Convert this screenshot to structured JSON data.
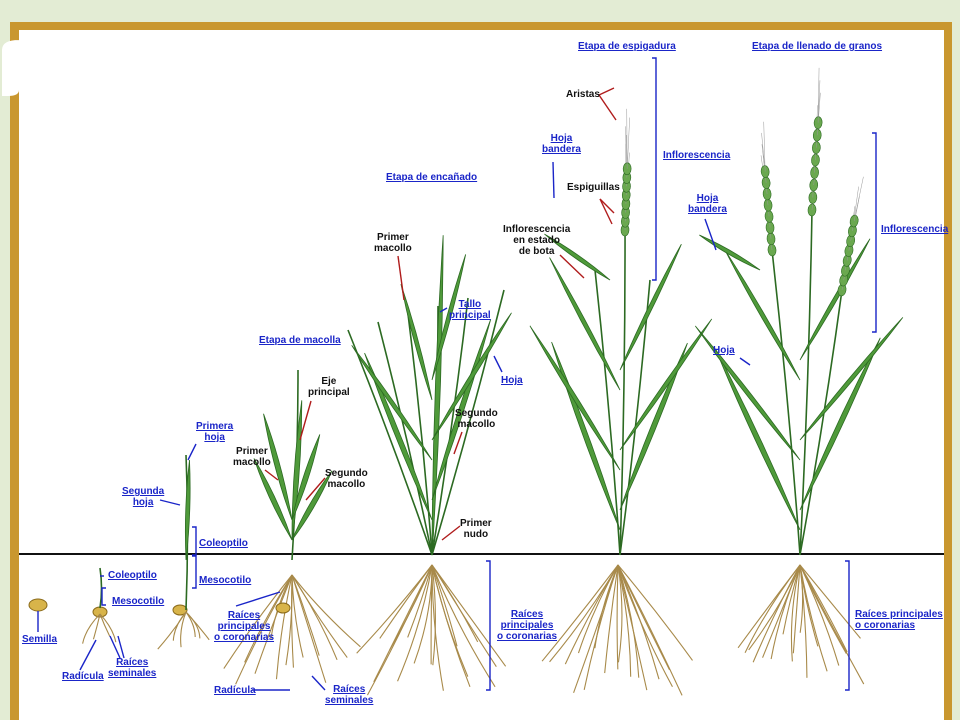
{
  "stages": {
    "macolla": "Etapa de macolla",
    "encanado": "Etapa de encañado",
    "espigadura": "Etapa de espigadura",
    "llenado": "Etapa de llenado de granos"
  },
  "labels": {
    "semilla": "Semilla",
    "radicula_1": "Radícula",
    "coleoptilo_1": "Coleoptilo",
    "mesocotilo_1": "Mesocotilo",
    "raices_seminales_1": "Raíces\nseminales",
    "primera_hoja": "Primera\nhoja",
    "segunda_hoja": "Segunda\nhoja",
    "coleoptilo_2": "Coleoptilo",
    "mesocotilo_2": "Mesocotilo",
    "raices_principales_1": "Raíces\nprincipales\no coronarias",
    "radicula_2": "Radícula",
    "raices_seminales_2": "Raíces\nseminales",
    "eje_principal": "Eje\nprincipal",
    "primer_macollo_1": "Primer\nmacollo",
    "segundo_macollo_1": "Segundo\nmacollo",
    "primer_macollo_2": "Primer\nmacollo",
    "tallo_principal": "Tallo\nprincipal",
    "hoja_1": "Hoja",
    "segundo_macollo_2": "Segundo\nmacollo",
    "primer_nudo": "Primer\nnudo",
    "raices_principales_2": "Raíces\nprincipales\no coronarias",
    "aristas": "Aristas",
    "hoja_bandera_1": "Hoja\nbandera",
    "espiguillas": "Espiguillas",
    "inflorescencia_bota": "Inflorescencia\nen estado\nde bota",
    "inflorescencia_1": "Inflorescencia",
    "hoja_bandera_2": "Hoja\nbandera",
    "inflorescencia_2": "Inflorescencia",
    "hoja_2": "Hoja",
    "raices_principales_3": "Raíces principales\no coronarias"
  },
  "colors": {
    "background": "#e3ecd4",
    "border": "#c9972f",
    "panel": "#ffffff",
    "leaf": "#4f9a3a",
    "leaf_dark": "#2c6a22",
    "root": "#a88a4a",
    "label_blue": "#1a25c8",
    "pointer_red": "#b01c1c"
  }
}
